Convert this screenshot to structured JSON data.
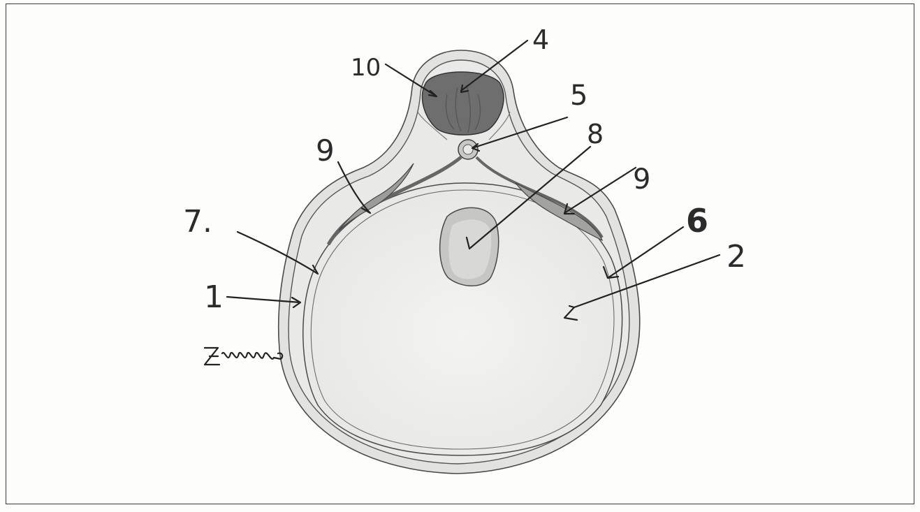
{
  "labels": {
    "l10": "10",
    "l4": "4",
    "l5": "5",
    "l8": "8",
    "l9_left": "9",
    "l9_right": "9",
    "l7": "7.",
    "l6": "6",
    "l2": "2",
    "l1": "1"
  },
  "colors": {
    "outline": "#4a4a4a",
    "shell": "#e4e4e2",
    "cavity": "#f0f0ee",
    "dark_region": "#6a6a6a",
    "grey_band": "#bdbdbb",
    "ink": "#222222"
  }
}
